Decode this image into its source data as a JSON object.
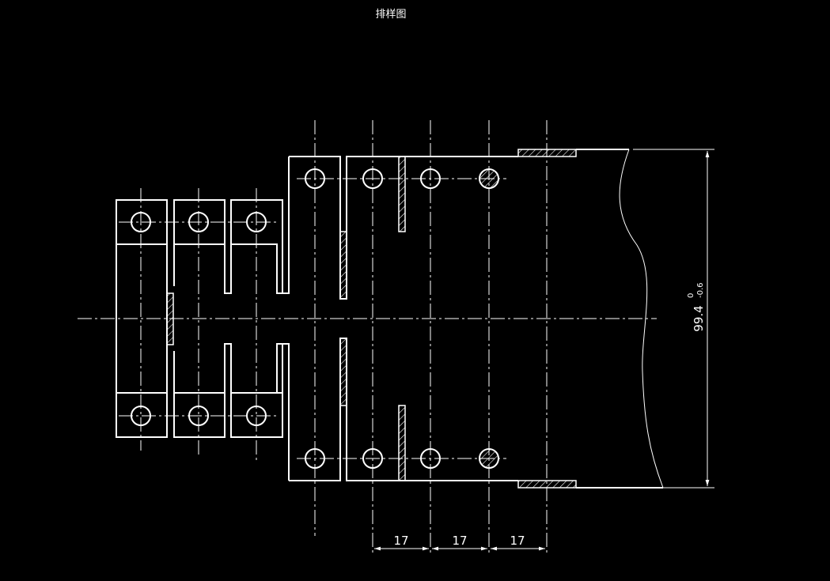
{
  "drawing": {
    "title": "排样图",
    "background_color": "#000000",
    "line_color": "#ffffff"
  },
  "dimensions": {
    "pitch_1": "17",
    "pitch_2": "17",
    "pitch_3": "17",
    "strip_width_value": "99.4",
    "strip_width_upper_tol": "0",
    "strip_width_lower_tol": "-0.6"
  }
}
